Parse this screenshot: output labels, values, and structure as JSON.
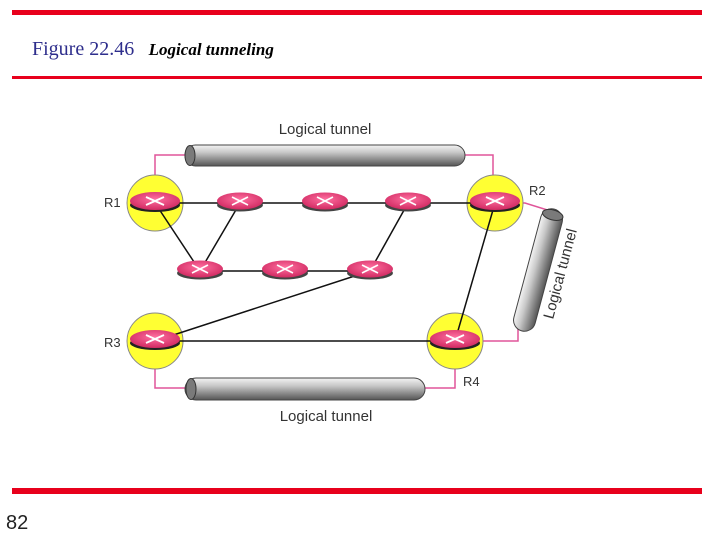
{
  "figure": {
    "number": "Figure 22.46",
    "caption": "Logical tunneling"
  },
  "page_number": "82",
  "diagram": {
    "routers": {
      "r1": "R1",
      "r2": "R2",
      "r3": "R3",
      "r4": "R4"
    },
    "tunnels": {
      "top": "Logical tunnel",
      "right": "Logical tunnel",
      "bottom": "Logical tunnel"
    }
  },
  "colors": {
    "accent_red": "#e8001c",
    "title_blue": "#2e2e8c",
    "router_pink": "#e0336e",
    "highlight_yellow": "#ffff33",
    "tunnel_link_pink": "#e0559a"
  }
}
